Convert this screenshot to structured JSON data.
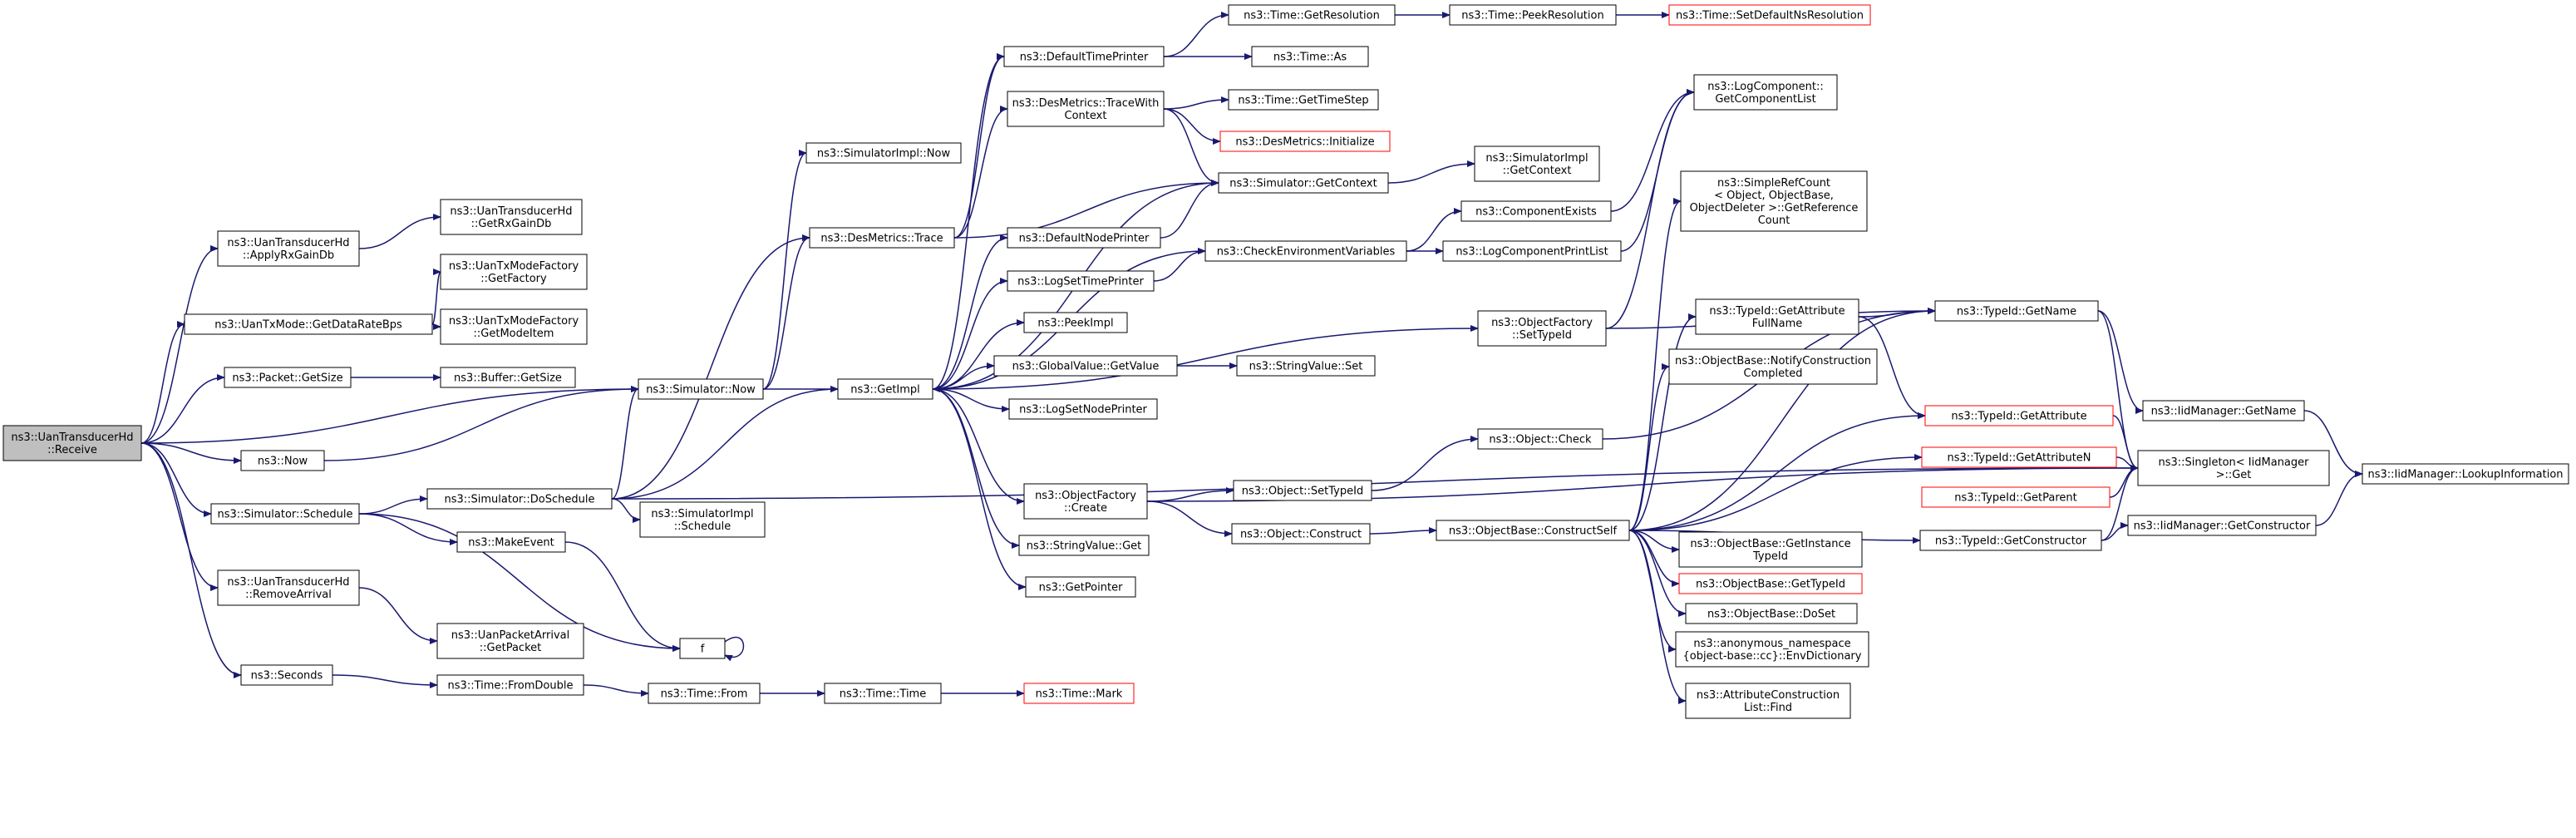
{
  "graph": {
    "root": "ns3::UanTransducerHd::Receive",
    "colors": {
      "edge": "#191970",
      "root_fill": "#bfbfbf",
      "node_border": "#000000",
      "missing_border": "#ff0000"
    },
    "nodes": [
      {
        "id": "n0",
        "label": [
          "ns3::UanTransducerHd",
          "::Receive"
        ],
        "kind": "root"
      },
      {
        "id": "n1",
        "label": [
          "ns3::UanTransducerHd",
          "::ApplyRxGainDb"
        ]
      },
      {
        "id": "n2",
        "label": [
          "ns3::UanTransducerHd",
          "::GetRxGainDb"
        ]
      },
      {
        "id": "n3",
        "label": [
          "ns3::UanTxMode::GetDataRateBps"
        ]
      },
      {
        "id": "n4",
        "label": [
          "ns3::UanTxModeFactory",
          "::GetFactory"
        ]
      },
      {
        "id": "n5",
        "label": [
          "ns3::UanTxModeFactory",
          "::GetModeItem"
        ]
      },
      {
        "id": "n6",
        "label": [
          "ns3::Packet::GetSize"
        ]
      },
      {
        "id": "n7",
        "label": [
          "ns3::Buffer::GetSize"
        ]
      },
      {
        "id": "n8",
        "label": [
          "ns3::Now"
        ]
      },
      {
        "id": "n9",
        "label": [
          "ns3::Simulator::Now"
        ]
      },
      {
        "id": "n10",
        "label": [
          "ns3::SimulatorImpl::Now"
        ]
      },
      {
        "id": "n11",
        "label": [
          "ns3::DesMetrics::Trace"
        ]
      },
      {
        "id": "n12",
        "label": [
          "ns3::DefaultTimePrinter"
        ]
      },
      {
        "id": "n13",
        "label": [
          "ns3::Time::GetResolution"
        ]
      },
      {
        "id": "n14",
        "label": [
          "ns3::Time::PeekResolution"
        ]
      },
      {
        "id": "n15",
        "label": [
          "ns3::Time::SetDefaultNsResolution"
        ],
        "kind": "missing"
      },
      {
        "id": "n16",
        "label": [
          "ns3::Time::As"
        ]
      },
      {
        "id": "n17",
        "label": [
          "ns3::DesMetrics::TraceWith",
          "Context"
        ]
      },
      {
        "id": "n18",
        "label": [
          "ns3::Time::GetTimeStep"
        ]
      },
      {
        "id": "n19",
        "label": [
          "ns3::DesMetrics::Initialize"
        ],
        "kind": "missing"
      },
      {
        "id": "n20",
        "label": [
          "ns3::Simulator::GetContext"
        ]
      },
      {
        "id": "n21",
        "label": [
          "ns3::SimulatorImpl",
          "::GetContext"
        ]
      },
      {
        "id": "n22",
        "label": [
          "ns3::GetImpl"
        ]
      },
      {
        "id": "n23",
        "label": [
          "ns3::DefaultNodePrinter"
        ]
      },
      {
        "id": "n24",
        "label": [
          "ns3::CheckEnvironmentVariables"
        ]
      },
      {
        "id": "n25",
        "label": [
          "ns3::ComponentExists"
        ]
      },
      {
        "id": "n26",
        "label": [
          "ns3::LogComponentPrintList"
        ]
      },
      {
        "id": "n27",
        "label": [
          "ns3::LogComponent::",
          "GetComponentList"
        ]
      },
      {
        "id": "n28",
        "label": [
          "ns3::LogSetTimePrinter"
        ]
      },
      {
        "id": "n29",
        "label": [
          "ns3::PeekImpl"
        ]
      },
      {
        "id": "n30",
        "label": [
          "ns3::GlobalValue::GetValue"
        ]
      },
      {
        "id": "n31",
        "label": [
          "ns3::StringValue::Set"
        ]
      },
      {
        "id": "n32",
        "label": [
          "ns3::LogSetNodePrinter"
        ]
      },
      {
        "id": "n33",
        "label": [
          "ns3::ObjectFactory",
          "::SetTypeId"
        ]
      },
      {
        "id": "n34",
        "label": [
          "ns3::ObjectFactory",
          "::Create"
        ]
      },
      {
        "id": "n35",
        "label": [
          "ns3::Object::SetTypeId"
        ]
      },
      {
        "id": "n36",
        "label": [
          "ns3::Object::Check"
        ]
      },
      {
        "id": "n37",
        "label": [
          "ns3::Object::Construct"
        ]
      },
      {
        "id": "n38",
        "label": [
          "ns3::ObjectBase::ConstructSelf"
        ]
      },
      {
        "id": "n39",
        "label": [
          "ns3::StringValue::Get"
        ]
      },
      {
        "id": "n40",
        "label": [
          "ns3::GetPointer"
        ]
      },
      {
        "id": "n41",
        "label": [
          "ns3::Simulator::Schedule"
        ]
      },
      {
        "id": "n42",
        "label": [
          "ns3::Simulator::DoSchedule"
        ]
      },
      {
        "id": "n43",
        "label": [
          "ns3::SimulatorImpl",
          "::Schedule"
        ]
      },
      {
        "id": "n44",
        "label": [
          "ns3::MakeEvent"
        ]
      },
      {
        "id": "n45",
        "label": [
          "f"
        ]
      },
      {
        "id": "n46",
        "label": [
          "ns3::UanTransducerHd",
          "::RemoveArrival"
        ]
      },
      {
        "id": "n47",
        "label": [
          "ns3::UanPacketArrival",
          "::GetPacket"
        ]
      },
      {
        "id": "n48",
        "label": [
          "ns3::Seconds"
        ]
      },
      {
        "id": "n49",
        "label": [
          "ns3::Time::FromDouble"
        ]
      },
      {
        "id": "n50",
        "label": [
          "ns3::Time::From"
        ]
      },
      {
        "id": "n51",
        "label": [
          "ns3::Time::Time"
        ]
      },
      {
        "id": "n52",
        "label": [
          "ns3::Time::Mark"
        ],
        "kind": "missing"
      },
      {
        "id": "n53",
        "label": [
          "ns3::SimpleRefCount",
          "< Object, ObjectBase,",
          "ObjectDeleter >::GetReference",
          "Count"
        ]
      },
      {
        "id": "n54",
        "label": [
          "ns3::TypeId::GetAttribute",
          "FullName"
        ]
      },
      {
        "id": "n55",
        "label": [
          "ns3::TypeId::GetName"
        ]
      },
      {
        "id": "n56",
        "label": [
          "ns3::IidManager::GetName"
        ]
      },
      {
        "id": "n57",
        "label": [
          "ns3::ObjectBase::NotifyConstruction",
          "Completed"
        ]
      },
      {
        "id": "n58",
        "label": [
          "ns3::TypeId::GetAttribute"
        ],
        "kind": "missing"
      },
      {
        "id": "n59",
        "label": [
          "ns3::TypeId::GetAttributeN"
        ],
        "kind": "missing"
      },
      {
        "id": "n60",
        "label": [
          "ns3::Singleton< IidManager",
          ">::Get"
        ]
      },
      {
        "id": "n61",
        "label": [
          "ns3::TypeId::GetParent"
        ],
        "kind": "missing"
      },
      {
        "id": "n62",
        "label": [
          "ns3::IidManager::LookupInformation"
        ]
      },
      {
        "id": "n63",
        "label": [
          "ns3::TypeId::GetConstructor"
        ]
      },
      {
        "id": "n64",
        "label": [
          "ns3::IidManager::GetConstructor"
        ]
      },
      {
        "id": "n65",
        "label": [
          "ns3::ObjectBase::GetInstance",
          "TypeId"
        ]
      },
      {
        "id": "n66",
        "label": [
          "ns3::ObjectBase::GetTypeId"
        ],
        "kind": "missing"
      },
      {
        "id": "n67",
        "label": [
          "ns3::ObjectBase::DoSet"
        ]
      },
      {
        "id": "n68",
        "label": [
          "ns3::anonymous_namespace",
          "{object-base::cc}::EnvDictionary"
        ]
      },
      {
        "id": "n69",
        "label": [
          "ns3::AttributeConstruction",
          "List::Find"
        ]
      }
    ],
    "edges": [
      [
        "n0",
        "n1"
      ],
      [
        "n0",
        "n3"
      ],
      [
        "n0",
        "n6"
      ],
      [
        "n0",
        "n9"
      ],
      [
        "n0",
        "n8"
      ],
      [
        "n0",
        "n41"
      ],
      [
        "n0",
        "n46"
      ],
      [
        "n0",
        "n48"
      ],
      [
        "n1",
        "n2"
      ],
      [
        "n3",
        "n4"
      ],
      [
        "n3",
        "n5"
      ],
      [
        "n6",
        "n7"
      ],
      [
        "n8",
        "n9"
      ],
      [
        "n9",
        "n10"
      ],
      [
        "n9",
        "n11"
      ],
      [
        "n9",
        "n22"
      ],
      [
        "n11",
        "n12"
      ],
      [
        "n11",
        "n17"
      ],
      [
        "n11",
        "n20"
      ],
      [
        "n12",
        "n13"
      ],
      [
        "n12",
        "n16"
      ],
      [
        "n13",
        "n14"
      ],
      [
        "n14",
        "n15"
      ],
      [
        "n17",
        "n18"
      ],
      [
        "n17",
        "n19"
      ],
      [
        "n17",
        "n20"
      ],
      [
        "n20",
        "n21"
      ],
      [
        "n20",
        "n22"
      ],
      [
        "n22",
        "n12"
      ],
      [
        "n22",
        "n23"
      ],
      [
        "n22",
        "n24"
      ],
      [
        "n22",
        "n28"
      ],
      [
        "n22",
        "n29"
      ],
      [
        "n22",
        "n30"
      ],
      [
        "n22",
        "n32"
      ],
      [
        "n22",
        "n33"
      ],
      [
        "n22",
        "n34"
      ],
      [
        "n22",
        "n39"
      ],
      [
        "n22",
        "n40"
      ],
      [
        "n23",
        "n20"
      ],
      [
        "n24",
        "n25"
      ],
      [
        "n24",
        "n26"
      ],
      [
        "n25",
        "n27"
      ],
      [
        "n26",
        "n27"
      ],
      [
        "n28",
        "n24"
      ],
      [
        "n30",
        "n31"
      ],
      [
        "n33",
        "n27"
      ],
      [
        "n33",
        "n55"
      ],
      [
        "n34",
        "n35"
      ],
      [
        "n34",
        "n37"
      ],
      [
        "n34",
        "n60"
      ],
      [
        "n35",
        "n36"
      ],
      [
        "n36",
        "n55"
      ],
      [
        "n37",
        "n38"
      ],
      [
        "n38",
        "n53"
      ],
      [
        "n38",
        "n54"
      ],
      [
        "n38",
        "n57"
      ],
      [
        "n38",
        "n58"
      ],
      [
        "n38",
        "n59"
      ],
      [
        "n38",
        "n63"
      ],
      [
        "n38",
        "n65"
      ],
      [
        "n38",
        "n66"
      ],
      [
        "n38",
        "n67"
      ],
      [
        "n38",
        "n68"
      ],
      [
        "n38",
        "n69"
      ],
      [
        "n38",
        "n55"
      ],
      [
        "n54",
        "n55"
      ],
      [
        "n54",
        "n58"
      ],
      [
        "n55",
        "n56"
      ],
      [
        "n55",
        "n60"
      ],
      [
        "n56",
        "n62"
      ],
      [
        "n58",
        "n60"
      ],
      [
        "n59",
        "n60"
      ],
      [
        "n61",
        "n60"
      ],
      [
        "n63",
        "n60"
      ],
      [
        "n63",
        "n64"
      ],
      [
        "n64",
        "n62"
      ],
      [
        "n41",
        "n42"
      ],
      [
        "n41",
        "n44"
      ],
      [
        "n41",
        "n45"
      ],
      [
        "n42",
        "n9"
      ],
      [
        "n42",
        "n11"
      ],
      [
        "n42",
        "n22"
      ],
      [
        "n42",
        "n43"
      ],
      [
        "n42",
        "n60"
      ],
      [
        "n44",
        "n45"
      ],
      [
        "n45",
        "n45"
      ],
      [
        "n46",
        "n47"
      ],
      [
        "n48",
        "n49"
      ],
      [
        "n49",
        "n50"
      ],
      [
        "n50",
        "n51"
      ],
      [
        "n51",
        "n52"
      ]
    ]
  }
}
